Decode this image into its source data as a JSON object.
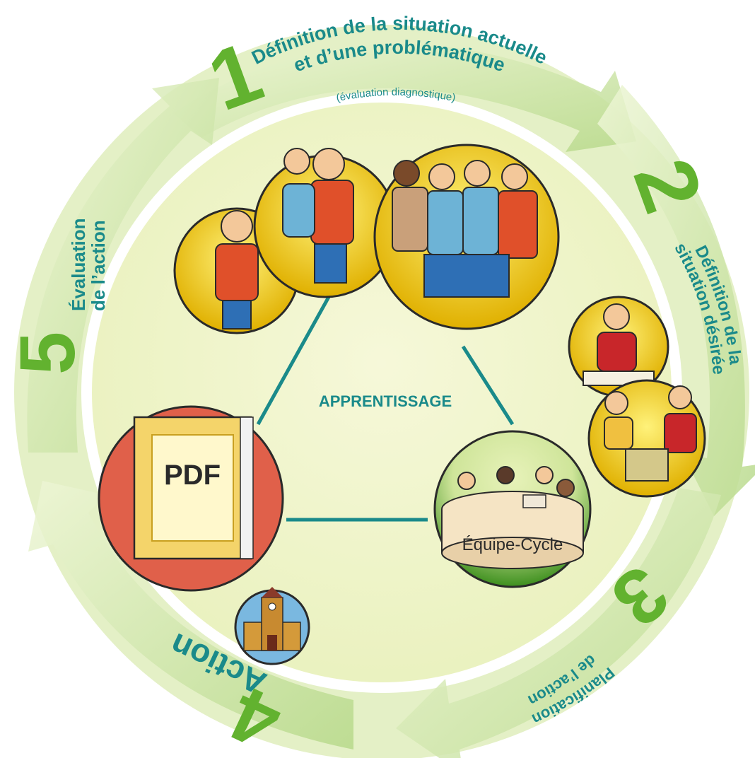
{
  "center_label": "APPRENTISSAGE",
  "steps": [
    {
      "number": "1",
      "title_line1": "Définition de la situation actuelle",
      "title_line2": "et d’une problématique",
      "subtitle": "(évaluation diagnostique)"
    },
    {
      "number": "2",
      "title_line1": "Définition de la",
      "title_line2": "situation désirée"
    },
    {
      "number": "3",
      "title_line1": "Planification",
      "title_line2": "de l’action"
    },
    {
      "number": "4",
      "title_line1": "Action"
    },
    {
      "number": "5",
      "title_line1": "Évaluation",
      "title_line2": "de l’action"
    }
  ],
  "nodes": {
    "pdf_label": "PDF",
    "team_label": "Équipe-Cycle"
  },
  "colors": {
    "ring": "#d9ebb4",
    "ring_dark": "#b8d985",
    "inner": "#f0f5c8",
    "teal": "#1a8a8a",
    "green": "#5daa2e",
    "pdf_red": "#e0604a"
  }
}
